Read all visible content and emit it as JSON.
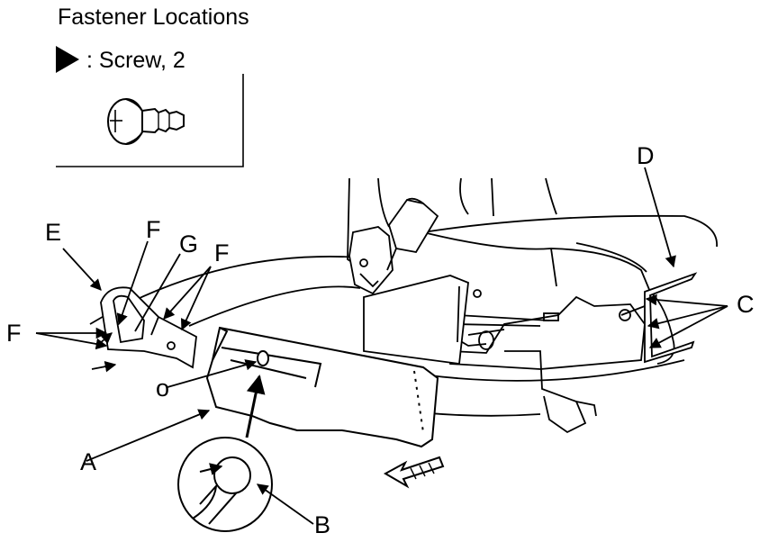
{
  "header": {
    "title": "Fastener Locations",
    "legend_label": ": Screw, 2"
  },
  "icons": {
    "legend_marker": "triangle-arrow-icon",
    "screw": "screw-icon",
    "direction": "direction-arrow-icon"
  },
  "callouts": {
    "a": "A",
    "b": "B",
    "c": "C",
    "d": "D",
    "e": "E",
    "f_left": "F",
    "f_top": "F",
    "f_right": "F",
    "g": "G",
    "o": "o"
  },
  "colors": {
    "ink": "#000000",
    "paper": "#ffffff"
  }
}
